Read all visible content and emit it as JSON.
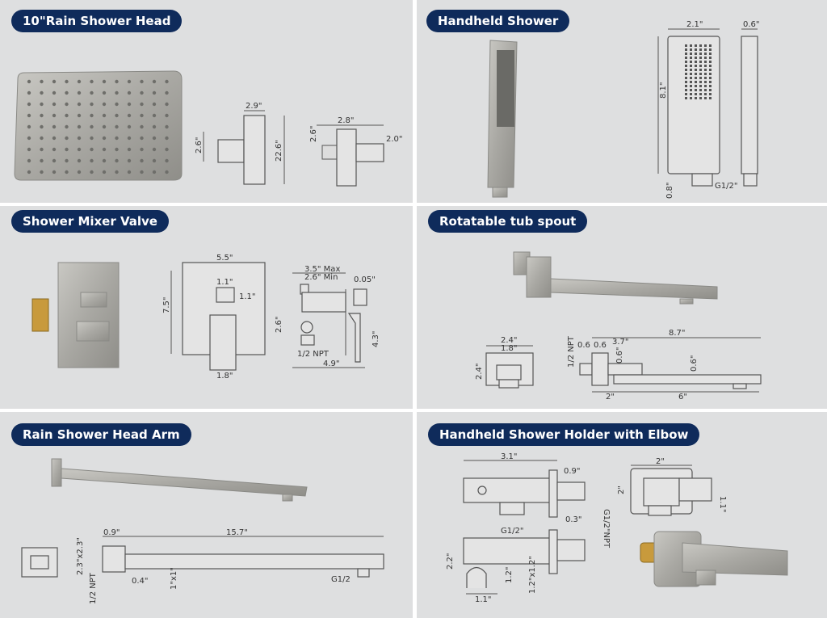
{
  "panels": {
    "rain_head": {
      "title": "10\"Rain Shower Head",
      "dims": [
        "2.9\"",
        "2.6\"",
        "22.6\"",
        "2.8\"",
        "2.6\"",
        "2.0\""
      ]
    },
    "handheld": {
      "title": "Handheld Shower",
      "dims": [
        "2.1\"",
        "0.6\"",
        "8.1\"",
        "0.8\"",
        "G1/2\""
      ]
    },
    "mixer": {
      "title": "Shower Mixer Valve",
      "dims": [
        "5.5\"",
        "7.5\"",
        "1.1\"",
        "1.1\"",
        "1.8\"",
        "3.5\" Max",
        "2.6\" Min",
        "0.05\"",
        "2.6\"",
        "1/2 NPT",
        "4.9\"",
        "4.3\""
      ]
    },
    "tub_spout": {
      "title": "Rotatable tub spout",
      "dims": [
        "2.4\"",
        "1.8\"",
        "2.4\"",
        "1/2 NPT",
        "0.6",
        "0.6",
        "3.7\"",
        "8.7\"",
        "0.6\"",
        "0.6\"",
        "2\"",
        "6\""
      ]
    },
    "arm": {
      "title": "Rain Shower Head Arm",
      "dims": [
        "0.9\"",
        "15.7\"",
        "2.3\"x2.3\"",
        "1/2 NPT",
        "0.4\"",
        "1\"x1\"",
        "G1/2"
      ]
    },
    "holder": {
      "title": "Handheld Shower Holder with Elbow",
      "dims": [
        "3.1\"",
        "0.9\"",
        "G1/2\"NPT",
        "0.3\"",
        "G1/2\"",
        "2\"",
        "2\"",
        "1.1\"",
        "2.2\"",
        "1.2\"",
        "1.2\"x1.2\"",
        "1.1\""
      ]
    }
  },
  "colors": {
    "pill": "#0f2b5b",
    "panel": "#dedfe0",
    "divider": "#ffffff"
  }
}
